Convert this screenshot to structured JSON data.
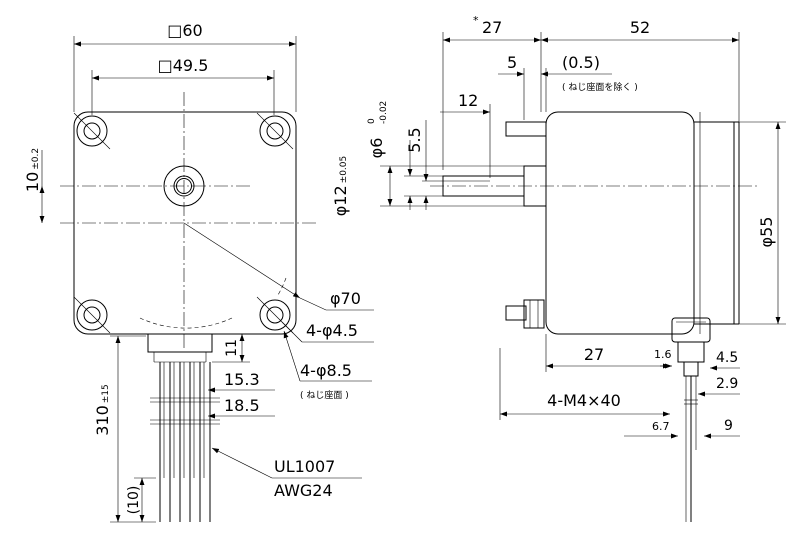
{
  "front_view": {
    "width": "□60",
    "hole_pitch": "□49.5",
    "offset": "10",
    "offset_tol": "±0.2",
    "flange_dia": "φ70",
    "holes": "4-φ4.5",
    "counterbores": "4-φ8.5",
    "counterbore_note": "( ねじ座面 )",
    "connector_height": "11",
    "lead_pitch_a": "15.3",
    "lead_pitch_b": "18.5",
    "lead_length": "310",
    "lead_length_tol": "±15",
    "strip_length": "(10)",
    "wire_type": "UL1007",
    "wire_gauge": "AWG24"
  },
  "side_view": {
    "shaft_len_mark": "*",
    "shaft_len": "27",
    "body_len": "52",
    "boss_len": "5",
    "gap": "(0.5)",
    "gap_note": "( ねじ座面を除く )",
    "flat_len": "12",
    "flat_depth": "5.5",
    "shaft_dia": "φ6",
    "shaft_tol_upper": "0",
    "shaft_tol_lower": "-0.02",
    "boss_dia": "φ12",
    "boss_tol": "±0.05",
    "body_dia": "φ55",
    "stud_pos": "27",
    "studs": "4-M4×40",
    "conn_a": "1.6",
    "conn_b": "4.5",
    "conn_c": "2.9",
    "conn_d": "6.7",
    "conn_e": "9"
  }
}
